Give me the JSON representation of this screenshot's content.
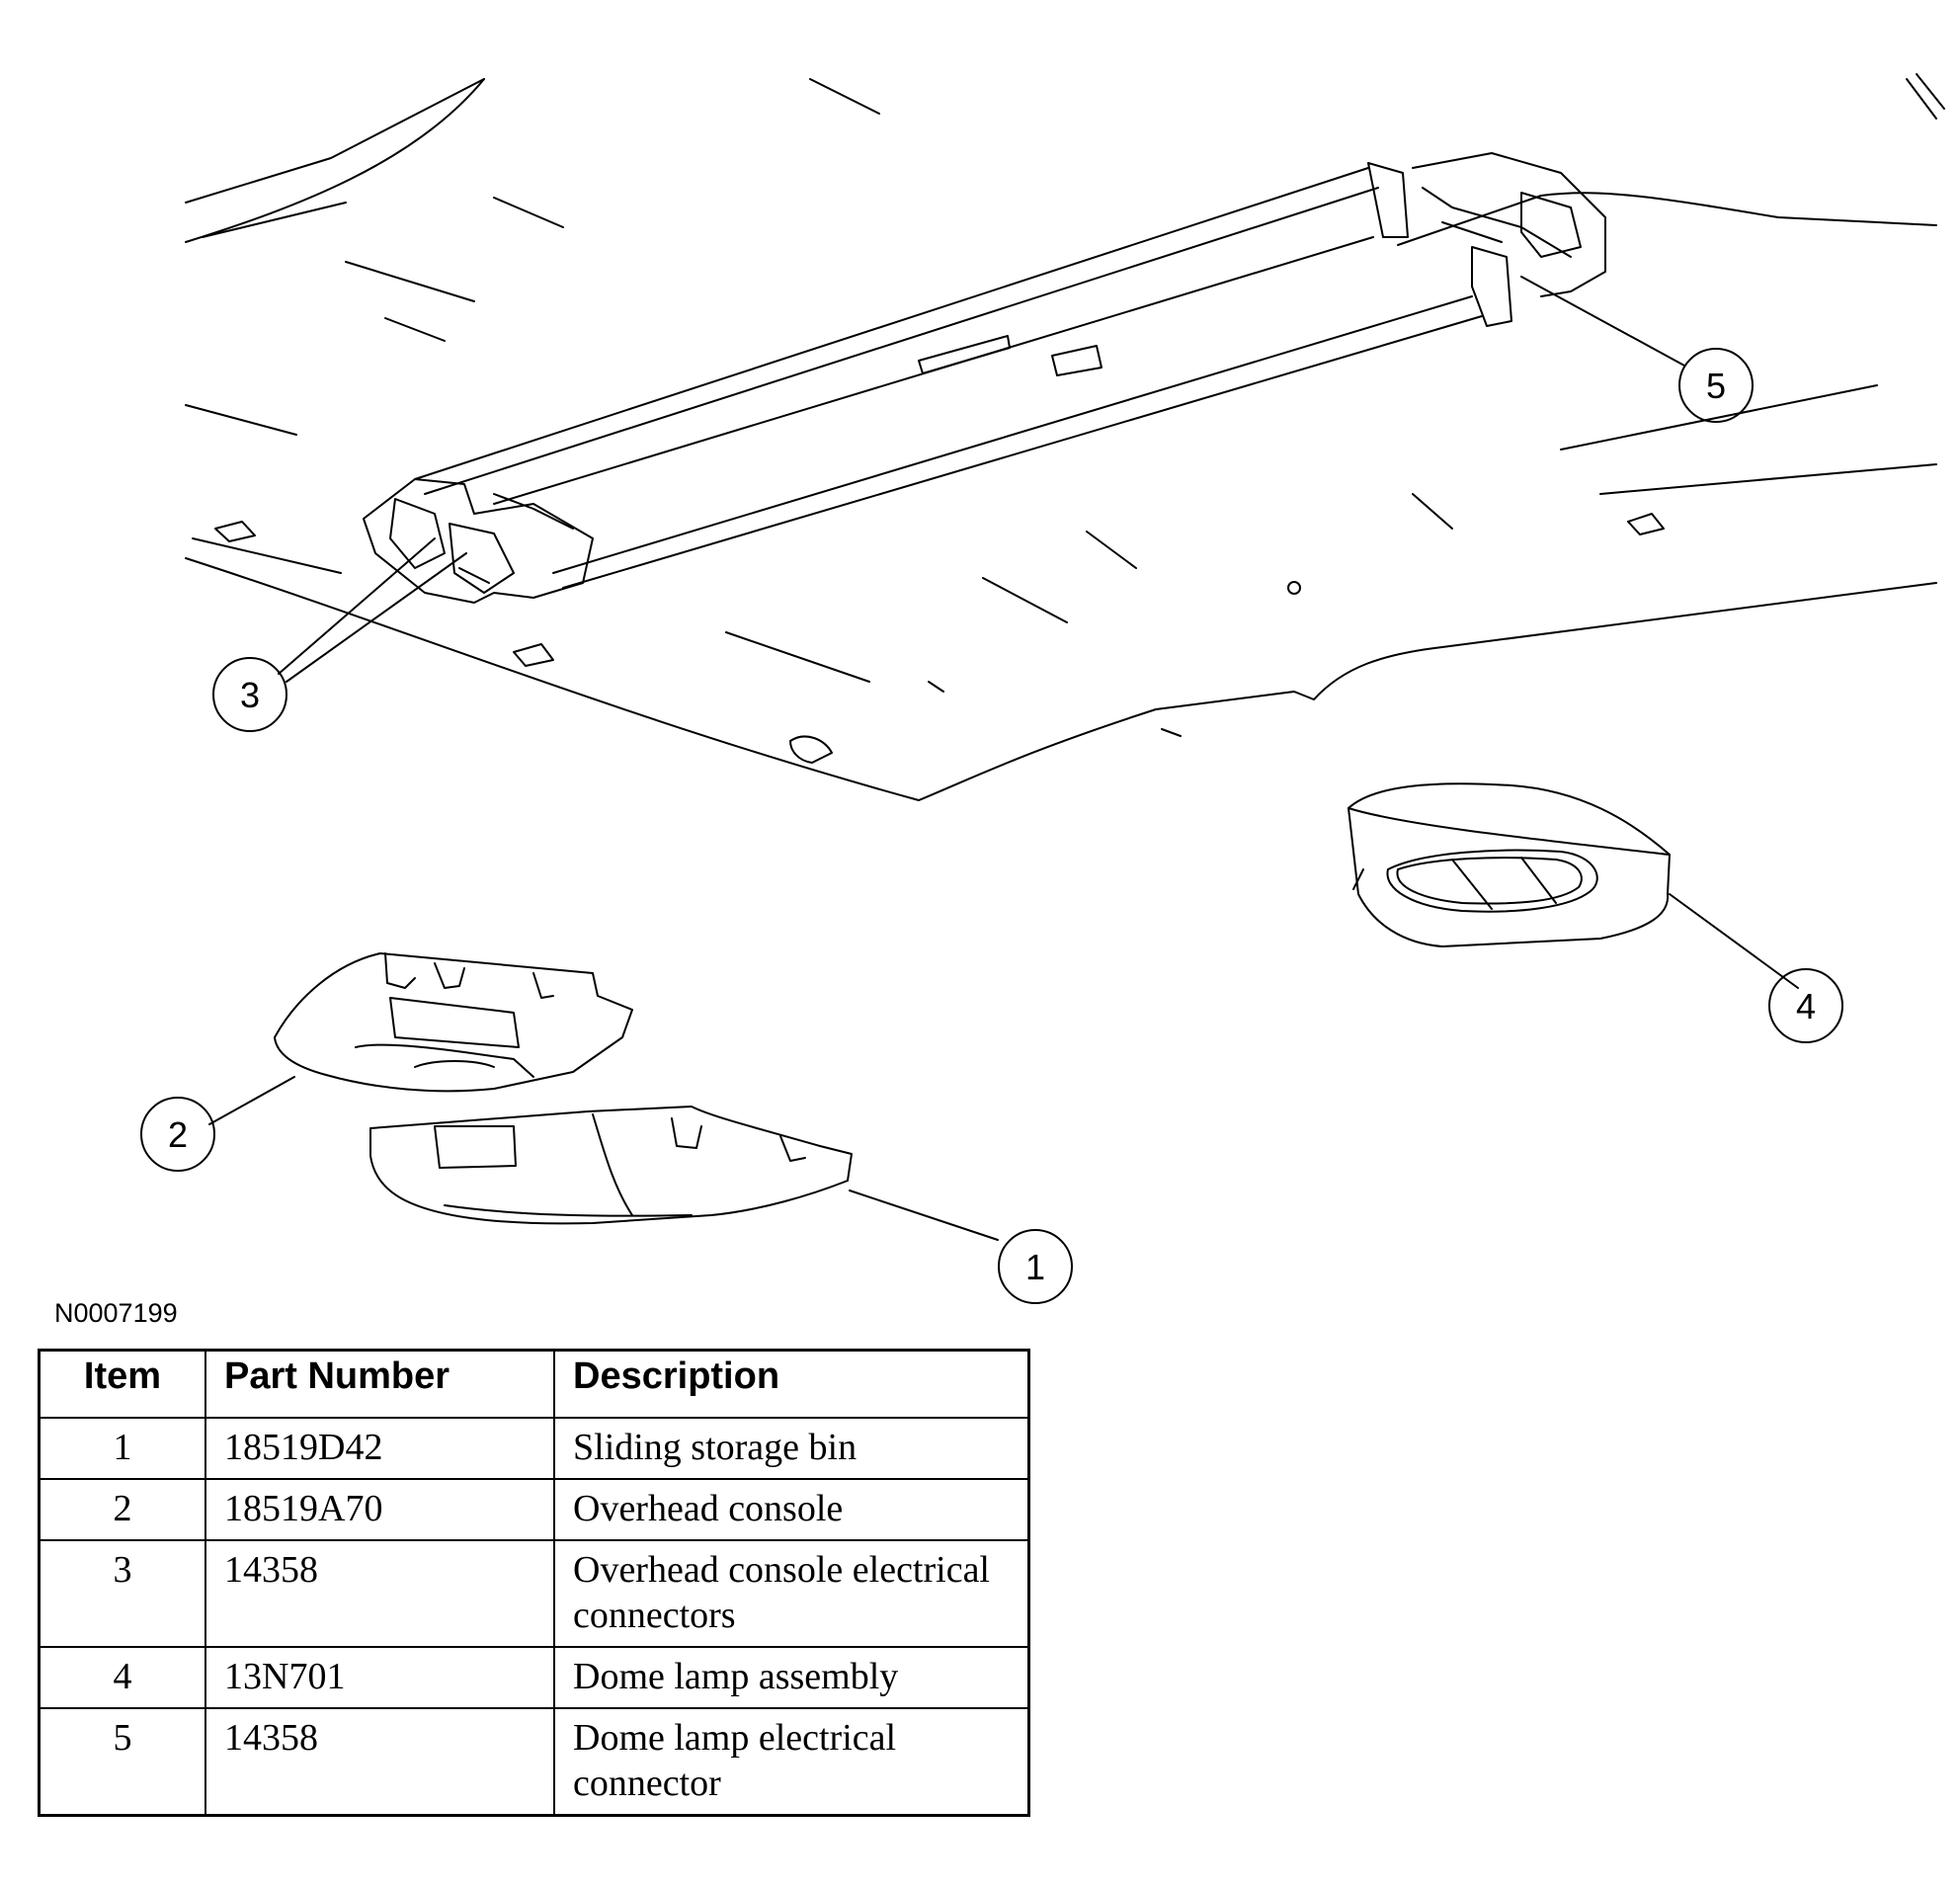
{
  "diagram": {
    "callouts": [
      {
        "number": "1",
        "label": "Sliding storage bin"
      },
      {
        "number": "2",
        "label": "Overhead console"
      },
      {
        "number": "3",
        "label": "Overhead console electrical connectors"
      },
      {
        "number": "4",
        "label": "Dome lamp assembly"
      },
      {
        "number": "5",
        "label": "Dome lamp electrical connector"
      }
    ]
  },
  "figure_id": "N0007199",
  "table": {
    "headers": {
      "item": "Item",
      "part_number": "Part Number",
      "description": "Description"
    },
    "rows": [
      {
        "item": "1",
        "part_number": "18519D42",
        "description": "Sliding storage bin"
      },
      {
        "item": "2",
        "part_number": "18519A70",
        "description": "Overhead console"
      },
      {
        "item": "3",
        "part_number": "14358",
        "description": "Overhead console electrical connectors"
      },
      {
        "item": "4",
        "part_number": "13N701",
        "description": "Dome lamp assembly"
      },
      {
        "item": "5",
        "part_number": "14358",
        "description": "Dome lamp electrical connector"
      }
    ]
  }
}
